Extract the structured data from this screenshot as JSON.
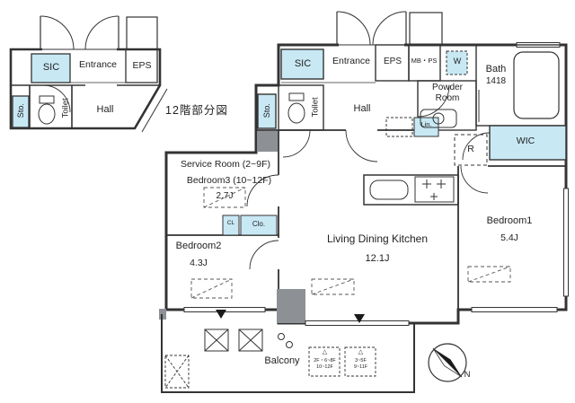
{
  "colors": {
    "storage_fill": "#c8e8f4",
    "wall": "#333333",
    "column": "#8d9196"
  },
  "inset": {
    "sic": "SIC",
    "entrance": "Entrance",
    "eps": "EPS",
    "sto": "Sto.",
    "toilet": "Toilet",
    "hall": "Hall",
    "caption": "12階部分図"
  },
  "plan": {
    "sic": "SIC",
    "entrance": "Entrance",
    "eps": "EPS",
    "mbps": "MB・PS",
    "w": "W",
    "powder": "Powder Room",
    "bath": "Bath",
    "bath_size": "1418",
    "sto": "Sto.",
    "toilet": "Toilet",
    "hall": "Hall",
    "lin": "Lin.",
    "fridge": "R",
    "wic": "WIC",
    "service_room": "Service Room (2~9F)",
    "bedroom3": "Bedroom3 (10~12F)",
    "service_size": "2.7J",
    "cl": "CL",
    "clo": "Clo.",
    "bedroom2": "Bedroom2",
    "bedroom2_size": "4.3J",
    "ldk": "Living Dining Kitchen",
    "ldk_size": "12.1J",
    "bedroom1": "Bedroom1",
    "bedroom1_size": "5.4J",
    "balcony": "Balcony",
    "note_mark": "△",
    "note1_line1": "2F・6~8F",
    "note1_line2": "10~12F",
    "note2_line1": "3~5F",
    "note2_line2": "9~11F",
    "compass_n": "N"
  }
}
